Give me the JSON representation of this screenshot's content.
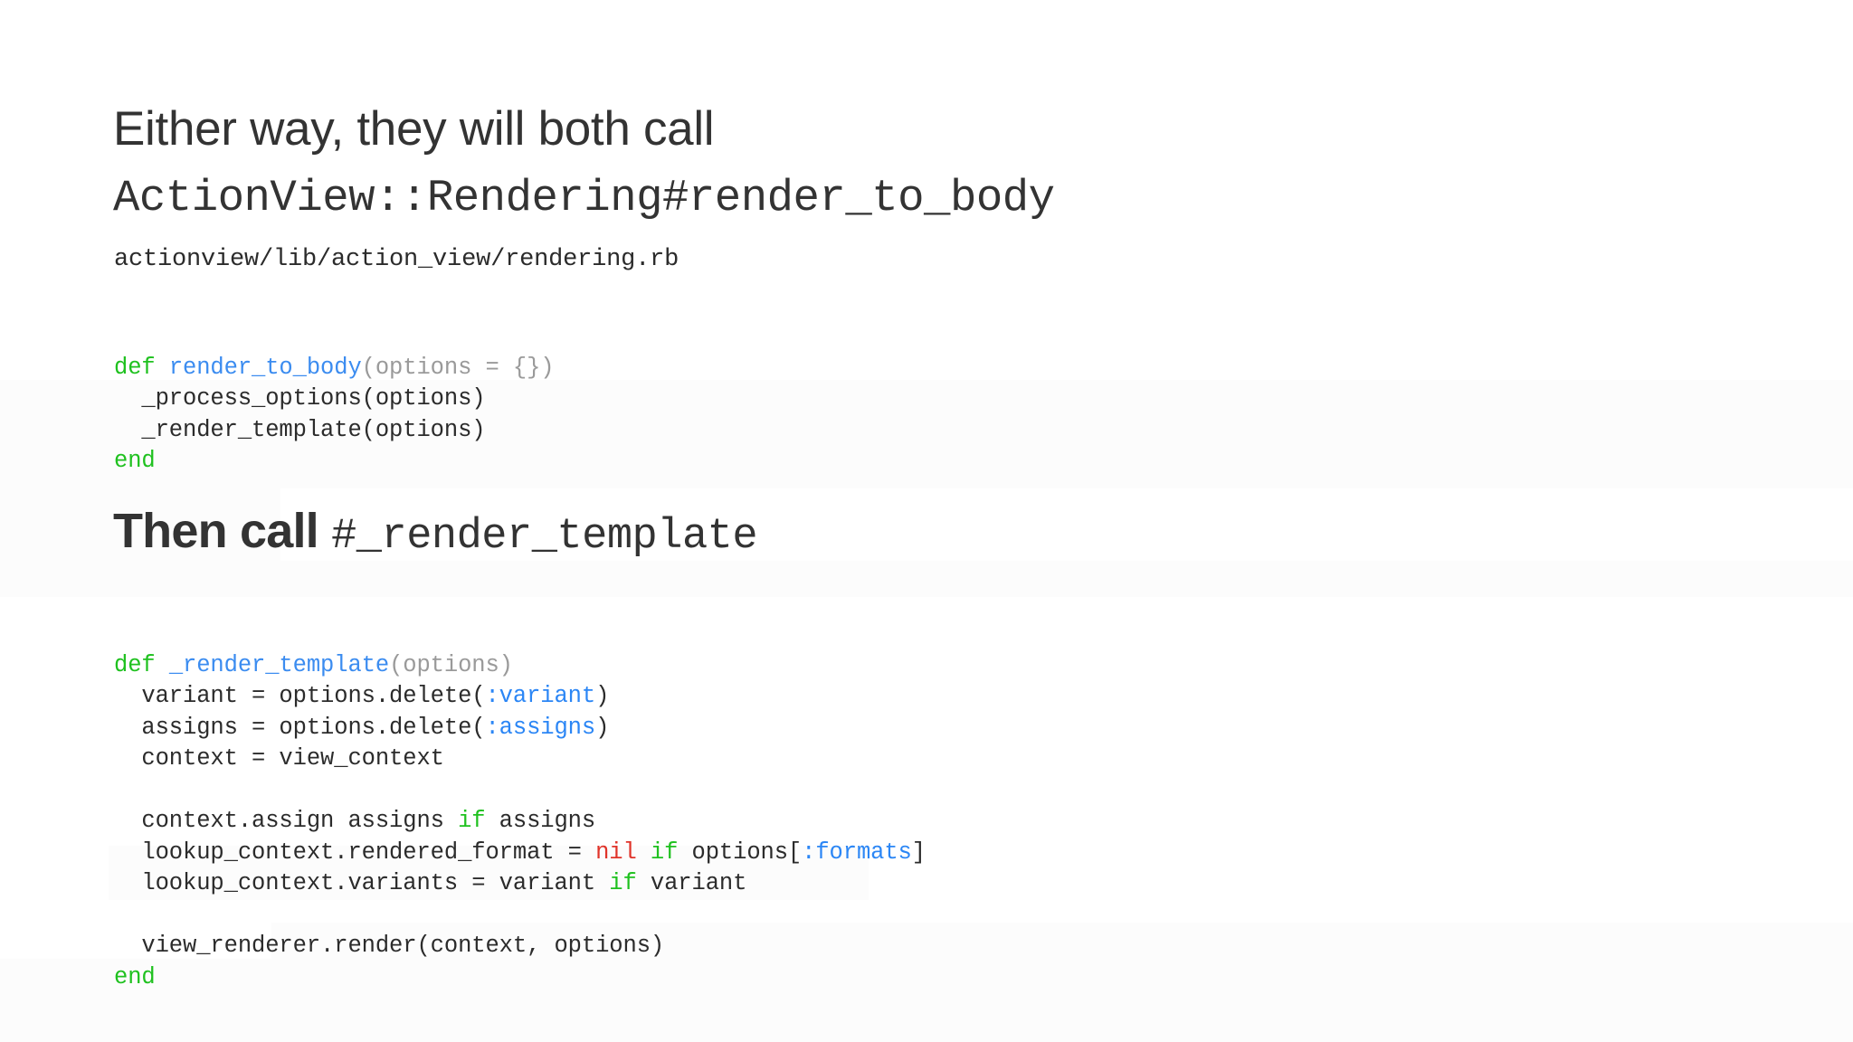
{
  "slide": {
    "background_color": "#ffffff",
    "text_color": "#333333",
    "title_line_1": "Either way, they will both call",
    "title_line_2": "ActionView::Rendering#render_to_body",
    "file_path": "actionview/lib/action_view/rendering.rb",
    "section_heading_text": "Then call ",
    "section_heading_code": "#_render_template"
  },
  "syntax_colors": {
    "keyword_green": "#1fc11f",
    "method_blue": "#3b8cf0",
    "symbol_blue": "#2b86f5",
    "nil_red": "#e0342a",
    "dim_gray": "#9a9a9a",
    "plain": "#2b2b2b"
  },
  "code_block_1": {
    "language": "ruby",
    "source": "def render_to_body(options = {})\n  _process_options(options)\n  _render_template(options)\nend",
    "lines": [
      [
        {
          "t": "def ",
          "c": "kw"
        },
        {
          "t": "render_to_body",
          "c": "fn"
        },
        {
          "t": "(options = {})",
          "c": "dim"
        }
      ],
      [
        {
          "t": "  _process_options(options)",
          "c": "txt"
        }
      ],
      [
        {
          "t": "  _render_template(options)",
          "c": "txt"
        }
      ],
      [
        {
          "t": "end",
          "c": "kw"
        }
      ]
    ]
  },
  "code_block_2": {
    "language": "ruby",
    "source": "def _render_template(options)\n  variant = options.delete(:variant)\n  assigns = options.delete(:assigns)\n  context = view_context\n\n  context.assign assigns if assigns\n  lookup_context.rendered_format = nil if options[:formats]\n  lookup_context.variants = variant if variant\n\n  view_renderer.render(context, options)\nend",
    "lines": [
      [
        {
          "t": "def ",
          "c": "kw"
        },
        {
          "t": "_render_template",
          "c": "fn"
        },
        {
          "t": "(options)",
          "c": "dim"
        }
      ],
      [
        {
          "t": "  variant = options.delete(",
          "c": "txt"
        },
        {
          "t": ":variant",
          "c": "sym"
        },
        {
          "t": ")",
          "c": "txt"
        }
      ],
      [
        {
          "t": "  assigns = options.delete(",
          "c": "txt"
        },
        {
          "t": ":assigns",
          "c": "sym"
        },
        {
          "t": ")",
          "c": "txt"
        }
      ],
      [
        {
          "t": "  context = view_context",
          "c": "txt"
        }
      ],
      [
        {
          "t": "",
          "c": "txt"
        }
      ],
      [
        {
          "t": "  context.assign assigns ",
          "c": "txt"
        },
        {
          "t": "if",
          "c": "kw"
        },
        {
          "t": " assigns",
          "c": "txt"
        }
      ],
      [
        {
          "t": "  lookup_context.rendered_format = ",
          "c": "txt"
        },
        {
          "t": "nil",
          "c": "nil"
        },
        {
          "t": " ",
          "c": "txt"
        },
        {
          "t": "if",
          "c": "kw"
        },
        {
          "t": " options[",
          "c": "txt"
        },
        {
          "t": ":formats",
          "c": "sym"
        },
        {
          "t": "]",
          "c": "txt"
        }
      ],
      [
        {
          "t": "  lookup_context.variants = variant ",
          "c": "txt"
        },
        {
          "t": "if",
          "c": "kw"
        },
        {
          "t": " variant",
          "c": "txt"
        }
      ],
      [
        {
          "t": "",
          "c": "txt"
        }
      ],
      [
        {
          "t": "  view_renderer.render(context, options)",
          "c": "txt"
        }
      ],
      [
        {
          "t": "end",
          "c": "kw"
        }
      ]
    ]
  }
}
